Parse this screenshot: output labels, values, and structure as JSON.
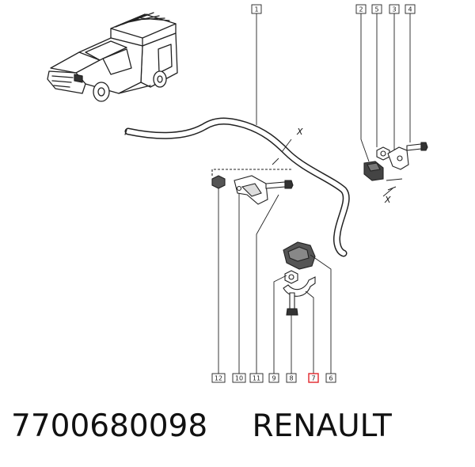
{
  "diagram": {
    "callouts_top": [
      "1",
      "2",
      "5",
      "3",
      "4"
    ],
    "callouts_bottom": [
      "12",
      "10",
      "11",
      "9",
      "8",
      "7",
      "6"
    ],
    "section_marks": [
      "X",
      "X"
    ],
    "highlighted_callout": "7",
    "highlight_color": "#e0262b",
    "line_color": "#222222"
  },
  "caption": {
    "part_number": "7700680098",
    "brand": "RENAULT"
  }
}
